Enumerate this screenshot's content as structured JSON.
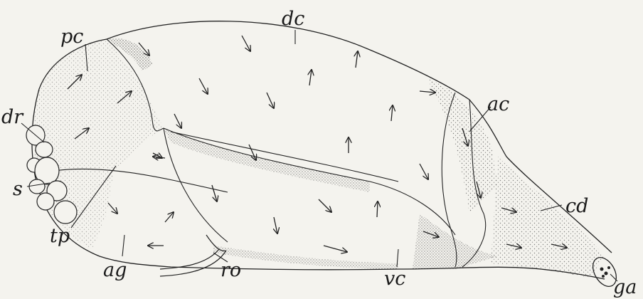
{
  "labels": {
    "pc": "pc",
    "dc": "dc",
    "dr": "dr",
    "s": "s",
    "tp": "tp",
    "ag": "ag",
    "ro": "ro",
    "vc": "vc",
    "ac": "ac",
    "cd": "cd",
    "ga": "ga"
  },
  "colors": {
    "paper": "#f4f3ee",
    "ink": "#1a1a1a"
  }
}
